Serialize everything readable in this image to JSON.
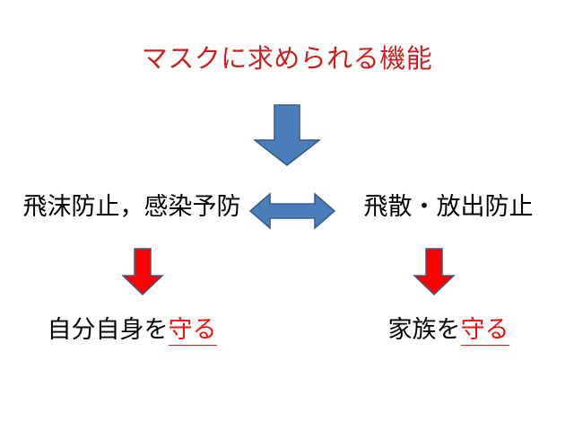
{
  "slide": {
    "background_color": "#FFFFFF",
    "title": "マスクに求められる機能",
    "title_color": "#CC1F1F",
    "middle_row": {
      "left_text": "飛沫防止，感染予防",
      "right_text": "飛散・放出防止",
      "text_color": "#000000"
    },
    "bottom_row": {
      "left_prefix": "自分自身を",
      "left_highlight": "守る",
      "right_prefix": "家族を",
      "right_highlight": "守る",
      "highlight_color": "#EE1111",
      "text_color": "#000000"
    },
    "arrows": {
      "top_down": {
        "name": "blue-down-arrow",
        "fill": "#4A7EBB",
        "stroke": "#385D8A",
        "direction": "down"
      },
      "horizontal_double": {
        "name": "blue-double-headed-arrow",
        "fill": "#4A7EBB",
        "stroke": "#385D8A",
        "direction": "left-right"
      },
      "bottom_left_down": {
        "name": "red-down-arrow-left",
        "fill": "#FF0000",
        "stroke": "#385D8A",
        "direction": "down"
      },
      "bottom_right_down": {
        "name": "red-down-arrow-right",
        "fill": "#FF0000",
        "stroke": "#385D8A",
        "direction": "down"
      }
    }
  }
}
